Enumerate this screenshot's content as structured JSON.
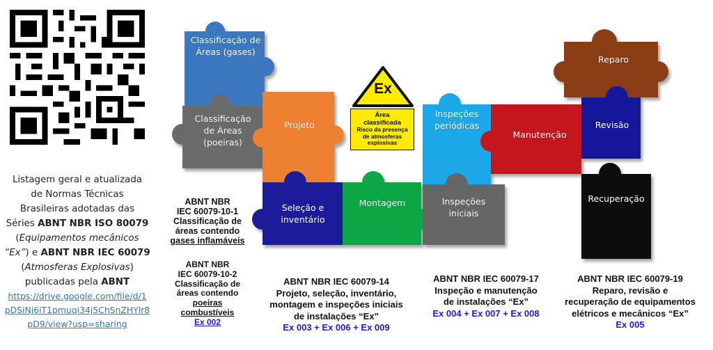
{
  "qr_code": {
    "label": "qr-code"
  },
  "left_panel": {
    "line1": "Listagem geral e  atualizada",
    "line2": "de Normas Técnicas",
    "line3": "Brasileiras adotadas das",
    "line4_pre": "Séries ",
    "line4_bold": "ABNT NBR ISO 80079",
    "line5_open": "(",
    "line5_italic": "Equipamentos mecânicos",
    "line6_italic": "“Ex”",
    "line6_mid": ") e ",
    "line6_bold": "ABNT NBR IEC 60079",
    "line7_open": "(",
    "line7_italic": "Atmosferas Explosivas",
    "line7_close": ")",
    "line8_pre": "publicadas pela ",
    "line8_bold": "ABNT",
    "link_lines": [
      "https://drive.google.com/file/d/1",
      "pDSiNj6iT1pmuqi34j5ChSnZHYlr8",
      "pD9/view?usp=sharing"
    ]
  },
  "warning_sign": {
    "symbol": "Ex",
    "title": "Área\nclassificada",
    "subtitle": "Risco da presença\nde atmosferas\nexplosivas"
  },
  "pieces": {
    "classificacao_gases": "Classificação de\nÁreas (gases)",
    "classificacao_poeiras": "Classificação\nde Áreas\n(poeiras)",
    "projeto": "Projeto",
    "selecao_inventario": "Seleção e\ninventário",
    "montagem": "Montagem",
    "inspecoes_periodicas": "Inspeções\nperiódicas",
    "inspecoes_iniciais": "Inspeções\niniciais",
    "manutencao": "Manutenção",
    "reparo": "Reparo",
    "revisao": "Revisão",
    "recuperacao": "Recuperação"
  },
  "captions": {
    "c1": {
      "l1": "ABNT NBR",
      "l2": "IEC 60079-10-1",
      "l3": "Classificação de",
      "l4": "áreas contendo",
      "l5": "gases inflamáveis"
    },
    "c2": {
      "l1": "ABNT NBR",
      "l2": "IEC 60079-10-2",
      "l3": "Classificação de",
      "l4": "áreas contendo",
      "l5": "poeiras",
      "l6": "combustíveis",
      "l7": "Ex 002"
    },
    "c3": {
      "l1": "ABNT NBR IEC 60079-14",
      "l2": "Projeto, seleção, inventário,",
      "l3": "montagem e inspeções iniciais",
      "l4": "de instalações “Ex”",
      "l5": "Ex 003 + Ex 006 + Ex 009"
    },
    "c4": {
      "l1": "ABNT NBR IEC 60079-17",
      "l2": "Inspeção e manutenção",
      "l3": "de instalações “Ex”",
      "l4": "Ex 004 + Ex 007 + Ex 008"
    },
    "c5": {
      "l1": "ABNT NBR IEC 60079-19",
      "l2": "Reparo, revisão e",
      "l3": "recuperação de equipamentos",
      "l4": "elétricos e mecânicos “Ex”",
      "l5": "Ex 005"
    }
  },
  "colors": {
    "gases": "#3a78bf",
    "poeiras": "#6b6b6b",
    "projeto": "#ee8033",
    "selecao": "#1f1f9a",
    "montagem": "#0fa644",
    "periodicas": "#1ea8e8",
    "iniciais": "#666666",
    "manutencao": "#c4121a",
    "reparo": "#8b3d12",
    "revisao": "#12129a",
    "recuperacao": "#0a0a0a",
    "warning": "#ffeb00",
    "link": "#2a7ab8"
  }
}
